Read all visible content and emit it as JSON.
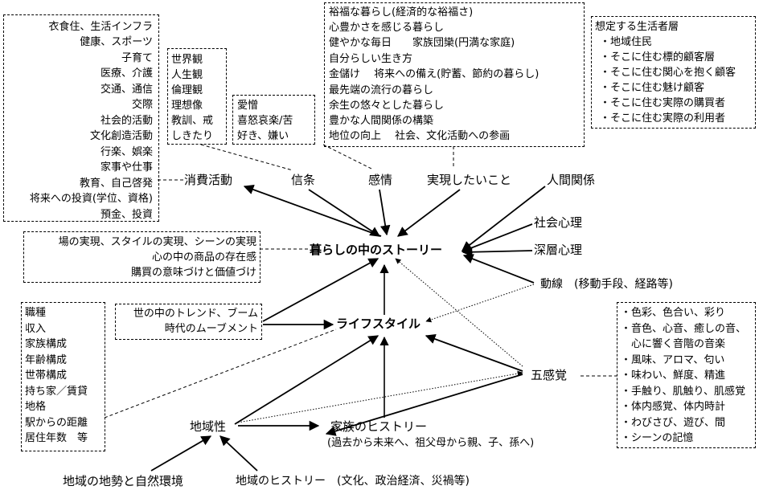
{
  "boxes": {
    "activities": {
      "lines": [
        "衣食住、生活インフラ",
        "健康、スポーツ",
        "子育て",
        "医療、介護",
        "交通、通信",
        "交際",
        "社会的活動",
        "文化創造活動",
        "行楽、娯楽",
        "家事や仕事",
        "教育、自己啓発",
        "将来への投資(学位、資格)",
        "預金、投資"
      ]
    },
    "values": {
      "lines": [
        "世界観",
        "人生観",
        "倫理観",
        "理想像",
        "教訓、戒",
        "しきたり"
      ]
    },
    "emotion": {
      "lines": [
        "愛憎",
        "喜怒哀楽/苦",
        "好き、嫌い"
      ]
    },
    "goals": {
      "lines": [
        "裕福な暮らし(経済的な裕福さ)",
        "心豊かさを感じる暮らし",
        "健やかな毎日　　家族団欒(円満な家庭)",
        "自分らしい生き方",
        "金儲け　 将来への備え(貯蓄、節約の暮らし)",
        "最先端の流行の暮らし",
        "余生の悠々とした暮らし",
        "豊かな人間関係の構築",
        "地位の向上　 社会、文化活動への参画"
      ]
    },
    "target": {
      "lines": [
        "想定する生活者層",
        "・地域住民",
        "・そこに住む標的顧客層",
        "・そこに住む関心を抱く顧客",
        "・そこに住む魅け顧客",
        "・そこに住む実際の購買者",
        "・そこに住む実際の利用者"
      ]
    },
    "scene": {
      "lines": [
        "場の実現、スタイルの実現、シーンの実現",
        "心の中の商品の存在感",
        "購買の意味づけと価値づけ"
      ]
    },
    "trend": {
      "lines": [
        "世の中のトレンド、ブーム",
        "時代のムーブメント"
      ]
    },
    "attributes": {
      "lines": [
        "職種",
        "収入",
        "家族構成",
        "年齢構成",
        "世帯構成",
        "持ち家／賃貸",
        "地格",
        "駅からの距離",
        "居住年数　等"
      ]
    },
    "senses": {
      "lines": [
        "・色彩、色合い、彩り",
        "・音色、心音、癒しの音、",
        "　心に響く音階の音楽",
        "・風味、アロマ、匂い",
        "・味わい、鮮度、精進",
        "・手触り、肌触り、肌感覚",
        "・体内感覚、体内時計",
        "・わびさび、遊び、間",
        "・シーンの記憶"
      ]
    }
  },
  "nodes": {
    "story": "暮らしの中のストーリー",
    "lifestyle": "ライフスタイル",
    "consumption": "消費活動",
    "belief": "信条",
    "emotion": "感情",
    "wish": "実現したいこと",
    "relations": "人間関係",
    "social_psych": "社会心理",
    "deep_psych": "深層心理",
    "movement": "動線　(移動手段、経路等)",
    "five_senses": "五感覚",
    "region": "地域性",
    "family_history": "家族のヒストリー",
    "family_history_sub": "(過去から未来へ、祖父母から親、子、孫へ)",
    "region_terrain": "地域の地勢と自然環境",
    "region_history": "地域のヒストリー　(文化、政治経済、災禍等)"
  }
}
